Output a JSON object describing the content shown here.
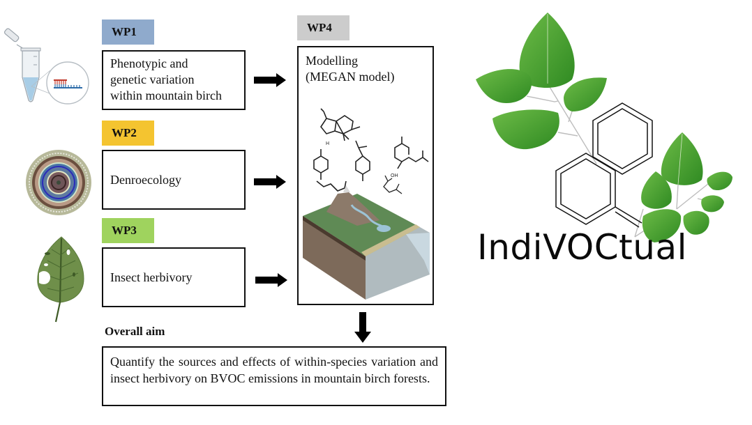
{
  "work_packages": [
    {
      "id": "wp1",
      "label": "WP1",
      "color": "#8faacc",
      "description_lines": [
        "Phenotypic and",
        "genetic variation",
        "within mountain birch"
      ],
      "icon": "test-tube-dna-icon"
    },
    {
      "id": "wp2",
      "label": "WP2",
      "color": "#f4c430",
      "description_lines": [
        "Denroecology"
      ],
      "icon": "tree-rings-icon"
    },
    {
      "id": "wp3",
      "label": "WP3",
      "color": "#9fd35e",
      "description_lines": [
        "Insect herbivory"
      ],
      "icon": "damaged-leaf-icon"
    },
    {
      "id": "wp4",
      "label": "WP4",
      "color": "#cccccc",
      "description_lines": [
        "Modelling",
        "(MEGAN model)"
      ],
      "icon": "molecules-landscape-icon"
    }
  ],
  "overall_aim": {
    "label": "Overall aim",
    "text": "Quantify the sources and effects of within-species variation and insect herbivory on BVOC emissions in mountain birch forests."
  },
  "logo": {
    "text": "IndiVOCtual",
    "leaf_color": "#3f9a2a"
  }
}
